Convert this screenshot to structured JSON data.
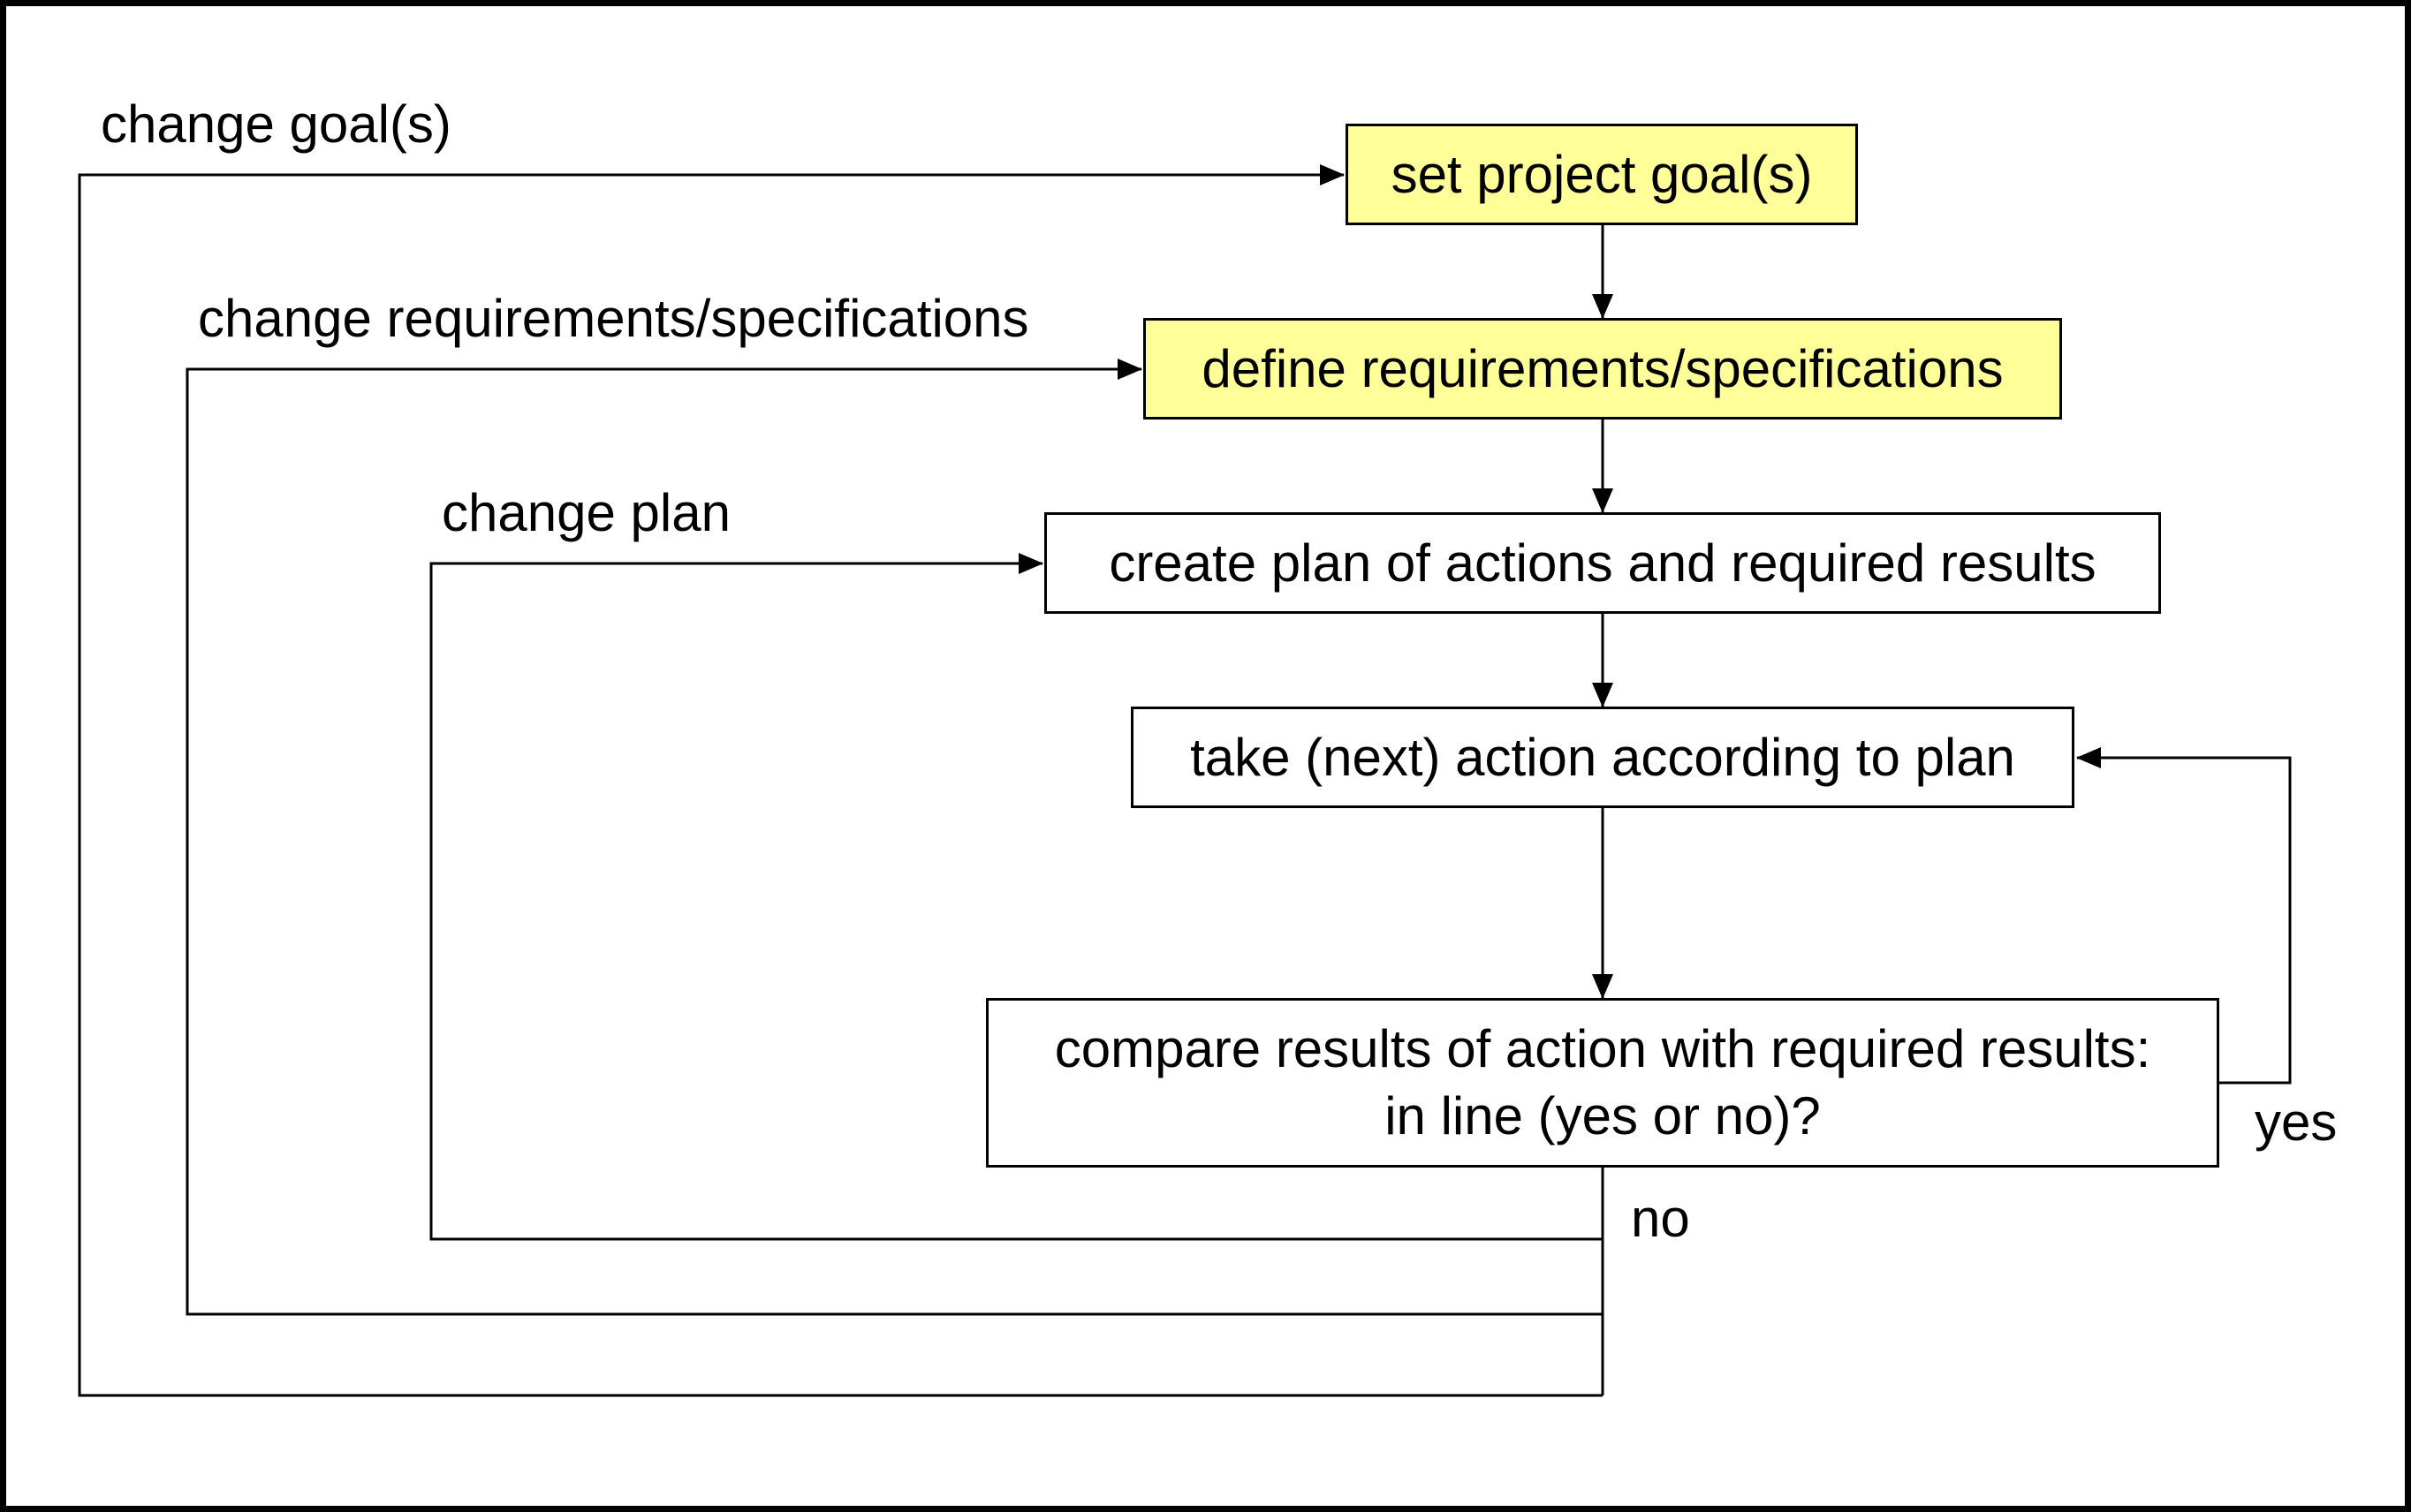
{
  "colors": {
    "highlight_box": "#FFFF99",
    "plain_box": "#FFFFFF",
    "line": "#000000"
  },
  "boxes": {
    "set_goals": "set project goal(s)",
    "define_requirements": "define requirements/specifications",
    "create_plan": "create plan of actions and required results",
    "take_action": "take (next) action according to plan",
    "compare_line1": "compare results of action with required results:",
    "compare_line2": "in line (yes or no)?"
  },
  "labels": {
    "change_goals": "change goal(s)",
    "change_requirements": "change requirements/specifications",
    "change_plan": "change plan",
    "yes": "yes",
    "no": "no"
  }
}
